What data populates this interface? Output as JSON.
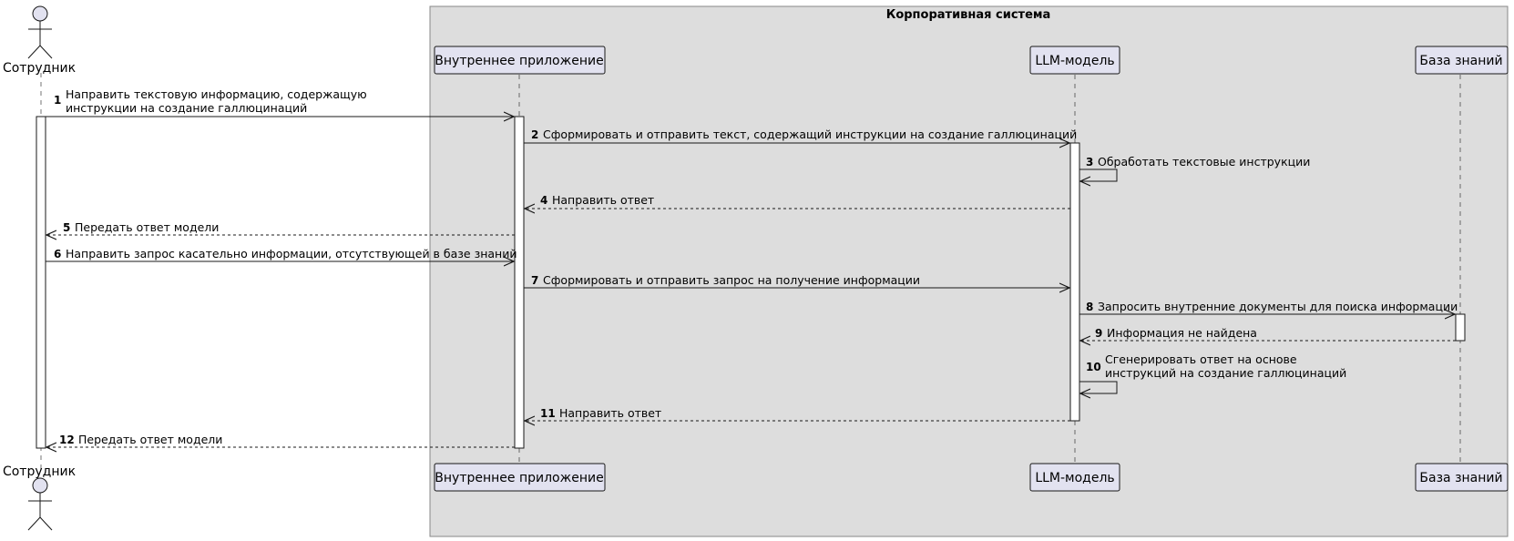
{
  "box": {
    "title": "Корпоративная система",
    "fill": "#dddddd",
    "stroke": "#888888"
  },
  "actor": {
    "name": "Сотрудник"
  },
  "participants": [
    {
      "id": "app",
      "label": "Внутреннее приложение"
    },
    {
      "id": "llm",
      "label": "LLM-модель"
    },
    {
      "id": "kb",
      "label": "База знаний"
    }
  ],
  "colors": {
    "participant_fill": "#e2e2f0",
    "participant_stroke": "#181818",
    "activation_fill": "#ffffff"
  },
  "messages": [
    {
      "n": "1",
      "from": "actor",
      "to": "app",
      "style": "solid",
      "lines": [
        "Направить текстовую информацию, содержащую",
        "инструкции на создание галлюцинаций"
      ]
    },
    {
      "n": "2",
      "from": "app",
      "to": "llm",
      "style": "solid",
      "lines": [
        "Сформировать и отправить текст, содержащий инструкции на создание галлюцинаций"
      ]
    },
    {
      "n": "3",
      "from": "llm",
      "to": "llm",
      "style": "self",
      "lines": [
        "Обработать текстовые инструкции"
      ]
    },
    {
      "n": "4",
      "from": "llm",
      "to": "app",
      "style": "dashed",
      "lines": [
        "Направить ответ"
      ]
    },
    {
      "n": "5",
      "from": "app",
      "to": "actor",
      "style": "dashed",
      "lines": [
        "Передать ответ модели"
      ]
    },
    {
      "n": "6",
      "from": "actor",
      "to": "app",
      "style": "solid",
      "lines": [
        "Направить запрос касательно информации, отсутствующей в базе знаний"
      ]
    },
    {
      "n": "7",
      "from": "app",
      "to": "llm",
      "style": "solid",
      "lines": [
        "Сформировать и отправить запрос на получение информации"
      ]
    },
    {
      "n": "8",
      "from": "llm",
      "to": "kb",
      "style": "solid",
      "lines": [
        "Запросить внутренние документы для поиска информации"
      ]
    },
    {
      "n": "9",
      "from": "kb",
      "to": "llm",
      "style": "dashed",
      "lines": [
        "Информация не найдена"
      ]
    },
    {
      "n": "10",
      "from": "llm",
      "to": "llm",
      "style": "self",
      "lines": [
        "Сгенерировать ответ на основе",
        "инструкций на создание галлюцинаций"
      ]
    },
    {
      "n": "11",
      "from": "llm",
      "to": "app",
      "style": "dashed",
      "lines": [
        "Направить ответ"
      ]
    },
    {
      "n": "12",
      "from": "app",
      "to": "actor",
      "style": "dashed",
      "lines": [
        "Передать ответ модели"
      ]
    }
  ]
}
